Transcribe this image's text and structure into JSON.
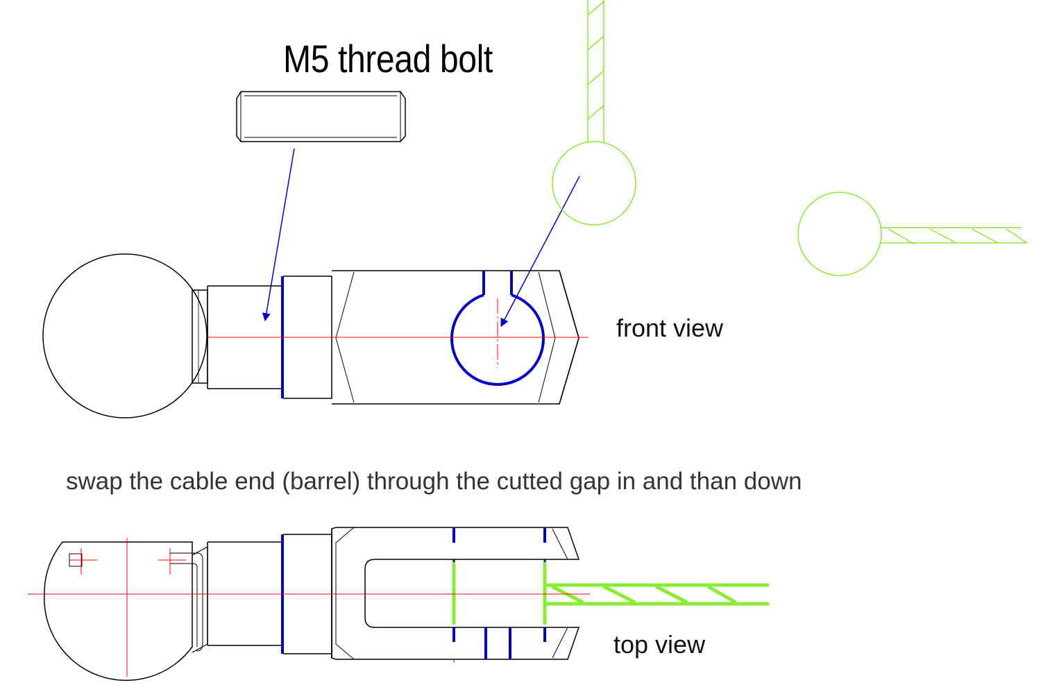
{
  "labels": {
    "title": "M5 thread bolt",
    "front_view": "front view",
    "top_view": "top view",
    "instruction": "swap the cable end (barrel) through the cutted gap in and than down"
  },
  "colors": {
    "outline": "#000000",
    "centerline": "#ff0000",
    "highlight_blue": "#0000cc",
    "cable_green": "#88ee33"
  }
}
